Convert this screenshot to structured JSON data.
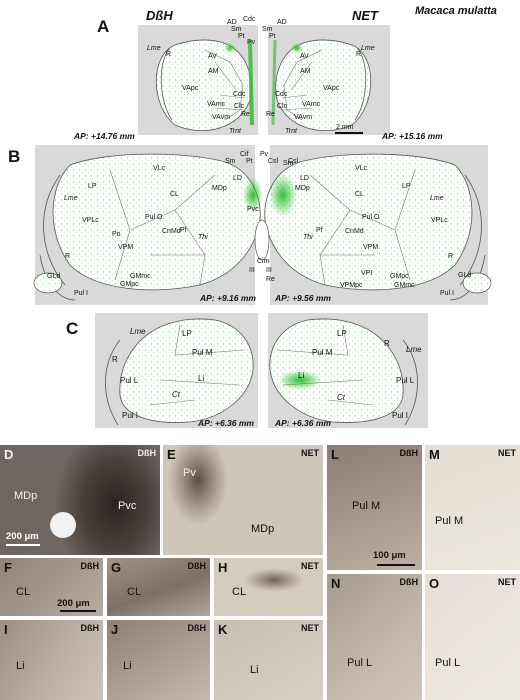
{
  "figure": {
    "species": "Macaca mulatta",
    "conditions": {
      "left": "DßH",
      "right": "NET"
    },
    "panel_A": {
      "letter": "A",
      "ap_left": "AP: +14.76 mm",
      "ap_right": "AP: +15.16 mm",
      "scale": "2 mm",
      "labels": [
        "AD",
        "Cdc",
        "Sm",
        "AD",
        "Pt",
        "Sm",
        "Pv",
        "Pt",
        "Lme",
        "R",
        "AV",
        "AV",
        "R",
        "Lme",
        "AM",
        "AM",
        "VApc",
        "VApc",
        "Cdc",
        "Cdc",
        "VAmc",
        "VAmc",
        "Clc",
        "Clc",
        "VAvm",
        "Re",
        "Re",
        "VAvm",
        "Trnt",
        "Trnt"
      ]
    },
    "panel_B": {
      "letter": "B",
      "ap_left": "AP: +9.16 mm",
      "ap_right": "AP: +9.56 mm",
      "labels": [
        "Cif",
        "Pv",
        "Sm",
        "Csl",
        "Pt",
        "Csl",
        "Sm",
        "VLc",
        "LD",
        "LD",
        "VLc",
        "LP",
        "CL",
        "MDp",
        "MDp",
        "CL",
        "LP",
        "Lme",
        "Pvc",
        "Lme",
        "VPLc",
        "Pul O",
        "CnMd",
        "CnMd",
        "Pul O",
        "VPLc",
        "Po",
        "Pf",
        "Pf",
        "R",
        "Thi",
        "Thi",
        "VPM",
        "VPM",
        "R",
        "Cim",
        "III",
        "III",
        "Re",
        "VPI",
        "GLd",
        "GMmc",
        "VPMpc",
        "GMpc",
        "GLd",
        "GMpc",
        "GMmc",
        "Pul I",
        "Pul I"
      ]
    },
    "panel_C": {
      "letter": "C",
      "ap_left": "AP: +6.36 mm",
      "ap_right": "AP: +6.36 mm",
      "labels": [
        "Lme",
        "LP",
        "LP",
        "R",
        "R",
        "Lme",
        "Pul M",
        "Pul M",
        "Pul L",
        "Li",
        "Li",
        "Pul L",
        "Ct",
        "Ct",
        "Pul I",
        "Pul I"
      ]
    },
    "micrographs": [
      {
        "letter": "D",
        "tag": "DßH",
        "texts": [
          "MDp",
          "Pvc"
        ],
        "scale": "200 μm"
      },
      {
        "letter": "E",
        "tag": "NET",
        "texts": [
          "Pv",
          "MDp"
        ]
      },
      {
        "letter": "F",
        "tag": "DßH",
        "texts": [
          "CL"
        ],
        "scale": "200 μm"
      },
      {
        "letter": "G",
        "tag": "DßH",
        "texts": [
          "CL"
        ]
      },
      {
        "letter": "H",
        "tag": "NET",
        "texts": [
          "CL"
        ]
      },
      {
        "letter": "I",
        "tag": "DßH",
        "texts": [
          "Li"
        ]
      },
      {
        "letter": "J",
        "tag": "DßH",
        "texts": [
          "Li"
        ]
      },
      {
        "letter": "K",
        "tag": "NET",
        "texts": [
          "Li"
        ]
      },
      {
        "letter": "L",
        "tag": "DßH",
        "texts": [
          "Pul M"
        ],
        "scale": "100 μm"
      },
      {
        "letter": "M",
        "tag": "NET",
        "texts": [
          "Pul M"
        ]
      },
      {
        "letter": "N",
        "tag": "DßH",
        "texts": [
          "Pul L"
        ]
      },
      {
        "letter": "O",
        "tag": "NET",
        "texts": [
          "Pul L"
        ]
      }
    ],
    "colors": {
      "section_gray": "#d9d9d9",
      "label_green": "#3ec43e",
      "dark_stain": "#3a3330",
      "light_stain": "#e6e0d6"
    }
  }
}
